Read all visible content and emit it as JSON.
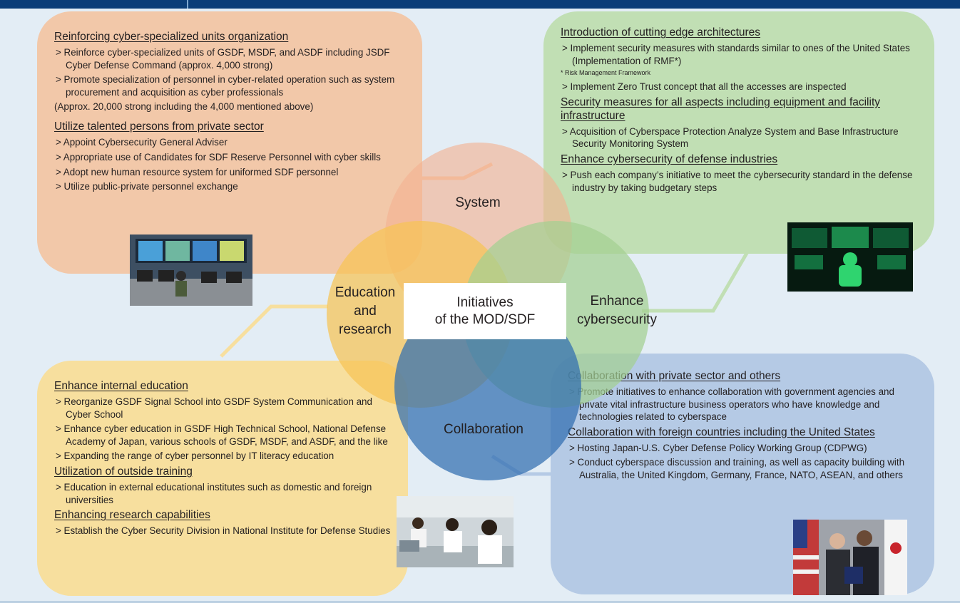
{
  "venn": {
    "center": [
      "Initiatives",
      "of the MOD/SDF"
    ],
    "system": "System",
    "education": [
      "Education",
      "and",
      "research"
    ],
    "enhance": [
      "Enhance",
      "cybersecurity"
    ],
    "collaboration": "Collaboration"
  },
  "boxes": {
    "system": {
      "sections": [
        {
          "heading": "Reinforcing cyber-specialized units organization",
          "items": [
            "> Reinforce cyber-specialized units of GSDF, MSDF, and ASDF including JSDF Cyber Defense Command (approx. 4,000 strong)",
            "> Promote specialization of personnel in cyber-related operation such as system procurement and acquisition as cyber professionals"
          ],
          "note": "(Approx. 20,000 strong including the 4,000 mentioned above)"
        },
        {
          "heading": "Utilize talented persons from private sector",
          "items": [
            "> Appoint Cybersecurity General Adviser",
            "> Appropriate use of Candidates for SDF Reserve Personnel with cyber skills",
            "> Adopt new human resource system for uniformed SDF personnel",
            "> Utilize public-private personnel exchange"
          ]
        }
      ]
    },
    "enhance": {
      "sections": [
        {
          "heading": "Introduction of cutting edge architectures",
          "items": [
            "> Implement security measures with standards similar to ones of the United States (Implementation of RMF*)"
          ],
          "footnote": "* Risk Management Framework",
          "items2": [
            "> Implement Zero Trust concept that all the accesses are inspected"
          ]
        },
        {
          "heading": "Security measures for all aspects including equipment and facility infrastructure",
          "items": [
            "> Acquisition of Cyberspace Protection Analyze System and Base Infrastructure Security Monitoring System"
          ]
        },
        {
          "heading": "Enhance cybersecurity of defense industries",
          "items": [
            "> Push each company’s initiative to meet the cybersecurity standard in the defense industry by taking budgetary steps"
          ]
        }
      ]
    },
    "education": {
      "sections": [
        {
          "heading": "Enhance internal education",
          "items": [
            "> Reorganize GSDF Signal School into GSDF System Communication and Cyber School",
            "> Enhance cyber education in GSDF High Technical School, National Defense Academy of Japan, various schools of GSDF, MSDF, and ASDF, and the like",
            "> Expanding the range of cyber personnel by IT literacy education"
          ]
        },
        {
          "heading": "Utilization of outside training",
          "items": [
            "> Education in external educational institutes such as domestic and foreign universities"
          ]
        },
        {
          "heading": "Enhancing research capabilities",
          "items": [
            "> Establish the Cyber Security Division in National Institute for Defense Studies"
          ]
        }
      ]
    },
    "collaboration": {
      "sections": [
        {
          "heading": "Collaboration with private sector and others",
          "items": [
            "> Promote initiatives to enhance collaboration with government agencies and private vital infrastructure business operators who have knowledge and technologies related to cyberspace"
          ]
        },
        {
          "heading": "Collaboration with foreign countries including the United States",
          "items": [
            "> Hosting Japan-U.S. Cyber Defense Policy Working Group (CDPWG)",
            "> Conduct cyberspace discussion and training, as well as capacity building with Australia, the United Kingdom, Germany, France, NATO, ASEAN, and others"
          ]
        }
      ]
    }
  },
  "colors": {
    "header_bar": "#0b3d78",
    "system": "#f2c8a9",
    "enhance": "#c1dfb4",
    "education": "#f7df9e",
    "collaboration": "#b5cae5"
  }
}
